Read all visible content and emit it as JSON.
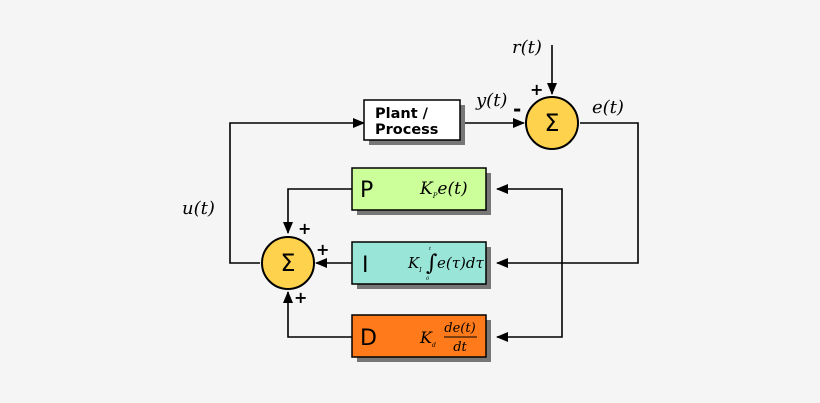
{
  "signals": {
    "reference": "r(t)",
    "output": "y(t)",
    "error": "e(t)",
    "control": "u(t)"
  },
  "plant": {
    "line1": "Plant /",
    "line2": "Process"
  },
  "summing_symbol": "Σ",
  "signs": {
    "top_sum_plus": "+",
    "top_sum_minus": "-",
    "p_plus": "+",
    "i_plus": "+",
    "d_plus": "+"
  },
  "terms": {
    "p": {
      "letter": "P",
      "gain": "K",
      "gain_sub": "P",
      "expr": "e(t)",
      "color": "#ccff99"
    },
    "i": {
      "letter": "I",
      "gain": "K",
      "gain_sub": "I",
      "integral": "∫",
      "upper": "t",
      "lower": "0",
      "expr": "e(τ)dτ",
      "color": "#99e6d9"
    },
    "d": {
      "letter": "D",
      "gain": "K",
      "gain_sub": "d",
      "num": "de(t)",
      "den": "dt",
      "color": "#ff7a1a"
    }
  },
  "colors": {
    "summing_junction": "#ffd24d",
    "plant_box": "#ffffff",
    "line": "#000000",
    "shadow": "#777777"
  }
}
